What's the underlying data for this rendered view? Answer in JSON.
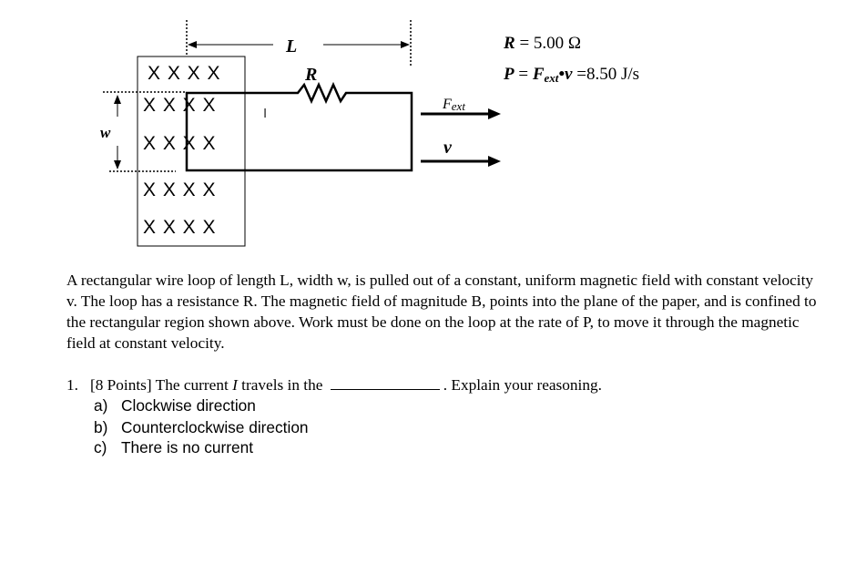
{
  "figure": {
    "field_rows": [
      "X X X X",
      "X X X X",
      "X X X X",
      "X X X X",
      "X X X X"
    ],
    "label_L": "L",
    "label_R": "R",
    "label_w": "w",
    "label_I": "I",
    "label_Fext": "F",
    "label_Fext_sub": "ext",
    "label_v": "v"
  },
  "equations": {
    "resistance": {
      "var": "R",
      "rest": " = 5.00 Ω"
    },
    "power": {
      "var": "P",
      "eq": " = ",
      "F": "F",
      "sub": "ext",
      "dot_v": "•v",
      "rest": " =8.50 J/s"
    }
  },
  "paragraph": "A rectangular wire loop of length L, width w, is pulled out of a constant, uniform magnetic field with constant velocity v.  The loop has a resistance R.  The magnetic field of magnitude B, points into the plane of the paper, and is confined to the rectangular region shown above.  Work must be done on the loop at the rate of P, to move it through the magnetic field at constant velocity.",
  "question": {
    "number": "1.",
    "text_before": "[8 Points] The current ",
    "var": "I",
    "text_mid": " travels in the ",
    "text_after": ". Explain your reasoning.",
    "options": [
      {
        "letter": "a)",
        "text": "Clockwise direction"
      },
      {
        "letter": "b)",
        "text": "Counterclockwise direction"
      },
      {
        "letter": "c)",
        "text": "There is no current"
      }
    ]
  }
}
